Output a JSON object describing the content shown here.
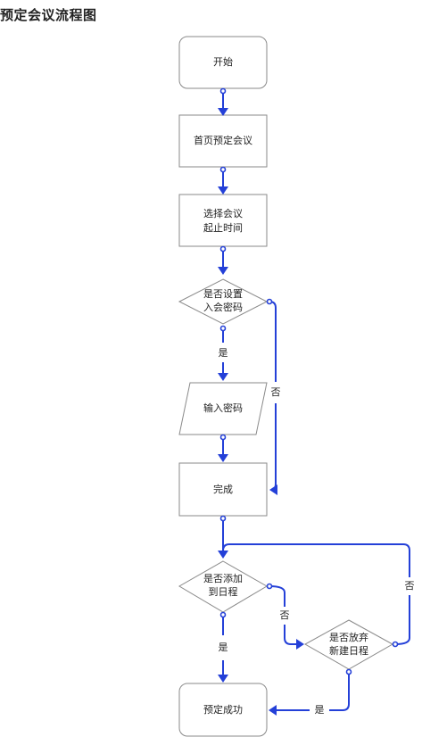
{
  "title": "预定会议流程图",
  "nodes": {
    "start": {
      "lines": [
        "开始"
      ]
    },
    "home_book": {
      "lines": [
        "首页预定会议"
      ]
    },
    "select_time": {
      "lines": [
        "选择会议",
        "起止时间"
      ]
    },
    "set_password": {
      "lines": [
        "是否设置",
        "入会密码"
      ]
    },
    "enter_password": {
      "lines": [
        "输入密码"
      ]
    },
    "done": {
      "lines": [
        "完成"
      ]
    },
    "add_calendar": {
      "lines": [
        "是否添加",
        "到日程"
      ]
    },
    "abandon_new": {
      "lines": [
        "是否放弃",
        "新建日程"
      ]
    },
    "success": {
      "lines": [
        "预定成功"
      ]
    }
  },
  "edge_labels": {
    "set_password_yes": "是",
    "set_password_no": "否",
    "add_calendar_yes": "是",
    "add_calendar_no": "否",
    "abandon_yes": "是",
    "abandon_no": "否"
  },
  "colors": {
    "edge": "#2440d8",
    "node_border": "#8a8a8a",
    "text": "#222222"
  }
}
